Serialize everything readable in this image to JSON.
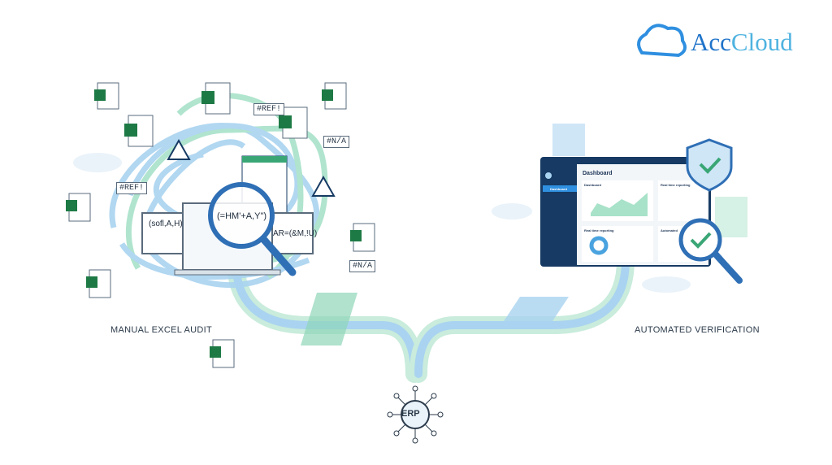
{
  "brand": {
    "name_part1": "Acc",
    "name_part2": "Cloud"
  },
  "labels": {
    "left": "MANUAL EXCEL AUDIT",
    "right": "AUTOMATED VERIFICATION",
    "hub": "ERP"
  },
  "errors": [
    "#REF!",
    "#REF!",
    "#N/A",
    "#N/A"
  ],
  "formulas": {
    "left": "(sofl,A,H)",
    "magnified": "(=HM'+A,Y\")",
    "right": "AR=(&M,!U)"
  },
  "dashboard": {
    "title": "Dashboard",
    "nav_item": "Dashboard",
    "cards": [
      "Dashboard",
      "Real time reporting",
      "Real time reporting",
      "Automated"
    ]
  },
  "colors": {
    "blue": "#2f6fb5",
    "light_blue": "#a9d3f0",
    "mint": "#a8e2c9",
    "navy": "#163a63"
  }
}
